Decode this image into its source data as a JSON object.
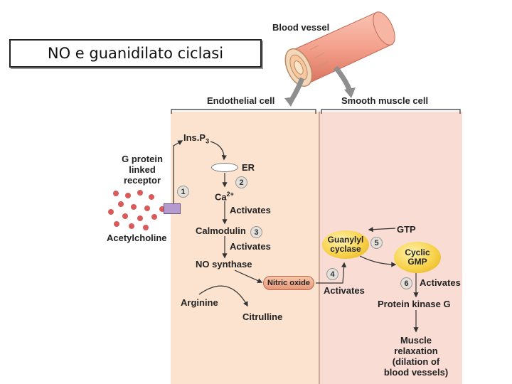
{
  "title": "NO e guanidilato ciclasi",
  "labels": {
    "blood_vessel": "Blood vessel",
    "endothelial_cell": "Endothelial cell",
    "smooth_muscle_cell": "Smooth muscle cell",
    "ins_p3_base": "Ins.P",
    "ins_p3_sub": "3",
    "er": "ER",
    "ca_base": "Ca",
    "ca_sup": "2+",
    "g_protein_receptor": "G protein\nlinked\nreceptor",
    "acetylcholine": "Acetylcholine",
    "activates_1": "Activates",
    "calmodulin": "Calmodulin",
    "activates_2": "Activates",
    "no_synthase": "NO synthase",
    "arginine": "Arginine",
    "citrulline": "Citrulline",
    "nitric_oxide": "Nitric oxide",
    "activates_3": "Activates",
    "guanylyl_cyclase": "Guanylyl\ncyclase",
    "gtp": "GTP",
    "cyclic_gmp": "Cyclic\nGMP",
    "activates_4": "Activates",
    "protein_kinase_g": "Protein kinase G",
    "muscle_relaxation": "Muscle\nrelaxation\n(dilation of\nblood vessels)"
  },
  "steps": [
    "1",
    "2",
    "3",
    "4",
    "5",
    "6"
  ],
  "colors": {
    "endothelial_bg": "#fbe3cf",
    "smooth_bg": "#f9ddd4",
    "enzyme_yellow": "#f7d24a",
    "nitric_oxide": "#e9977a",
    "acetylcholine_dots": "#d95a5a",
    "receptor": "#b59ad0",
    "vessel": "#f4a08c"
  }
}
